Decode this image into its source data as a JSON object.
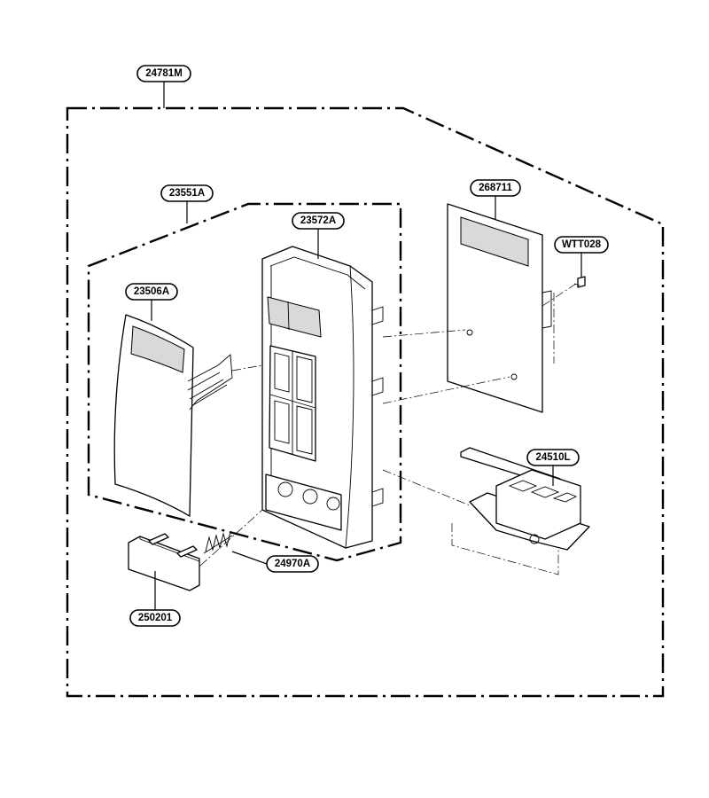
{
  "callouts": [
    {
      "id": "assembly",
      "label": "24781M"
    },
    {
      "id": "panel-assy",
      "label": "23551A"
    },
    {
      "id": "panel-front",
      "label": "23572A"
    },
    {
      "id": "window",
      "label": "23506A"
    },
    {
      "id": "pcb",
      "label": "268711"
    },
    {
      "id": "screw",
      "label": "WTT028"
    },
    {
      "id": "latch",
      "label": "24510L"
    },
    {
      "id": "spring",
      "label": "24970A"
    },
    {
      "id": "button",
      "label": "250201"
    }
  ]
}
